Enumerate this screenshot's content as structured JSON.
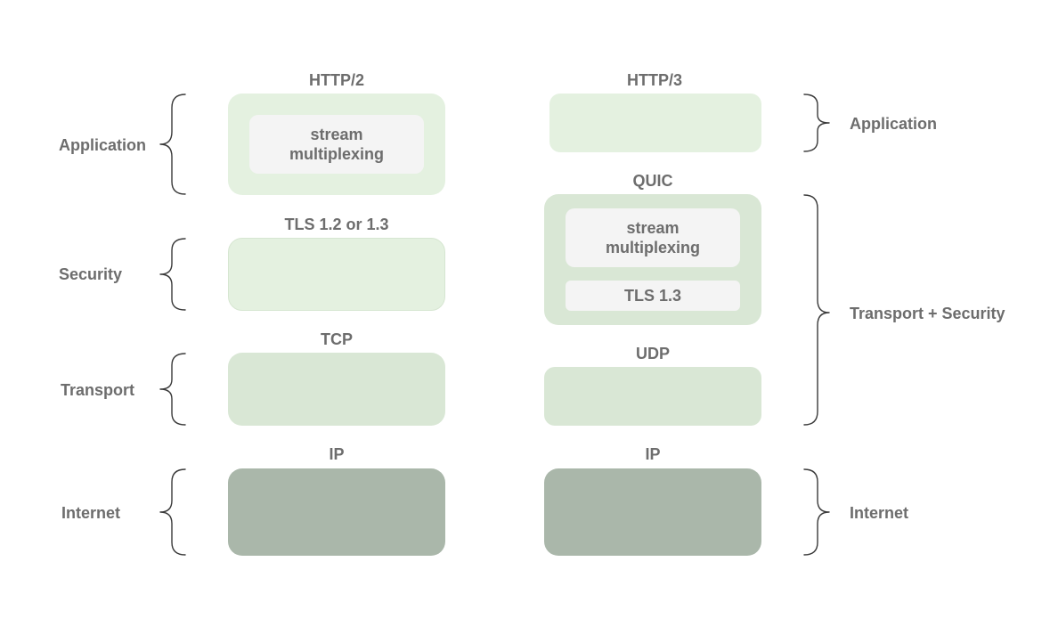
{
  "colors": {
    "app": "#e4f1e0",
    "security": "#e4f1e0",
    "transport": "#d9e7d5",
    "quic": "#d9e7d5",
    "internet": "#aab7aa",
    "inner": "#f4f4f4",
    "text": "#6d6d6d"
  },
  "http2": {
    "app_title": "HTTP/2",
    "app_inner": [
      "stream",
      "multiplexing"
    ],
    "security_title": "TLS 1.2 or 1.3",
    "transport_title": "TCP",
    "internet_title": "IP"
  },
  "http3": {
    "app_title": "HTTP/3",
    "quic_title": "QUIC",
    "quic_stream": [
      "stream",
      "multiplexing"
    ],
    "quic_tls": "TLS 1.3",
    "udp_title": "UDP",
    "internet_title": "IP"
  },
  "left_layers": {
    "application": "Application",
    "security": "Security",
    "transport": "Transport",
    "internet": "Internet"
  },
  "right_layers": {
    "application": "Application",
    "transport_security": "Transport + Security",
    "internet": "Internet"
  }
}
